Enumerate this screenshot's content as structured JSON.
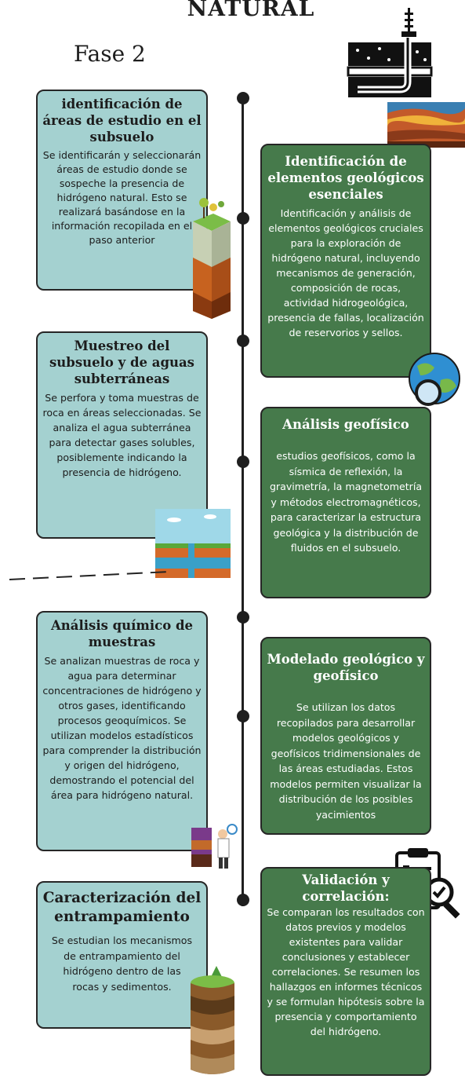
{
  "header": {
    "title": "NATURAL",
    "subtitle": "Fase 2"
  },
  "cards": [
    {
      "side": "left",
      "title": "identificación de áreas de estudio en el subsuelo",
      "body": "Se identificarán y seleccionarán áreas de estudio donde se sospeche la presencia de hidrógeno natural. Esto se realizará basándose en la información recopilada en el paso anterior"
    },
    {
      "side": "right",
      "title": "Identificación de elementos geológicos esenciales",
      "body": "Identificación y análisis de elementos geológicos cruciales para la exploración de hidrógeno natural, incluyendo mecanismos de generación, composición de rocas, actividad hidrogeológica, presencia de fallas, localización de reservorios y sellos."
    },
    {
      "side": "left",
      "title": "Muestreo del subsuelo y de aguas subterráneas",
      "body": "Se perfora y toma muestras de roca en áreas seleccionadas. Se analiza el agua subterránea para detectar gases solubles, posiblemente indicando la presencia de hidrógeno."
    },
    {
      "side": "right",
      "title": "Análisis geofísico",
      "body": "estudios geofísicos, como la sísmica de reflexión, la gravimetría, la magnetometría y métodos electromagnéticos, para caracterizar la estructura geológica y la distribución de fluidos en el subsuelo."
    },
    {
      "side": "left",
      "title": "Análisis químico de muestras",
      "body": "Se analizan muestras de roca y agua para determinar concentraciones de hidrógeno y otros gases, identificando procesos geoquímicos. Se utilizan modelos estadísticos para comprender la distribución y origen del hidrógeno, demostrando el potencial del área para hidrógeno natural."
    },
    {
      "side": "right",
      "title": "Modelado geológico y geofísico",
      "body": "Se utilizan los datos recopilados para desarrollar modelos geológicos y geofísicos tridimensionales de las áreas estudiadas. Estos modelos permiten visualizar la distribución de los posibles yacimientos"
    },
    {
      "side": "left",
      "title": "Caracterización del entrampamiento",
      "body": "Se estudian los mecanismos de entrampamiento del hidrógeno dentro de las rocas y sedimentos."
    },
    {
      "side": "right",
      "title": "Validación y correlación:",
      "body": "Se comparan los resultados con datos previos y modelos existentes para validar conclusiones y establecer correlaciones. Se resumen los hallazgos en informes técnicos y se formulan hipótesis sobre la presencia y comportamiento del hidrógeno."
    }
  ],
  "illustrations": [
    "drilling-rig-icon",
    "rock-strata-illustration",
    "soil-column-illustration",
    "globe-magnifier-icon",
    "groundwater-illustration",
    "scientist-lab-illustration",
    "clipboard-magnifier-icon",
    "soil-layers-illustration"
  ],
  "colors": {
    "light_card": "#a4d1d0",
    "dark_card": "#467a4b",
    "line": "#1f1f1f"
  }
}
